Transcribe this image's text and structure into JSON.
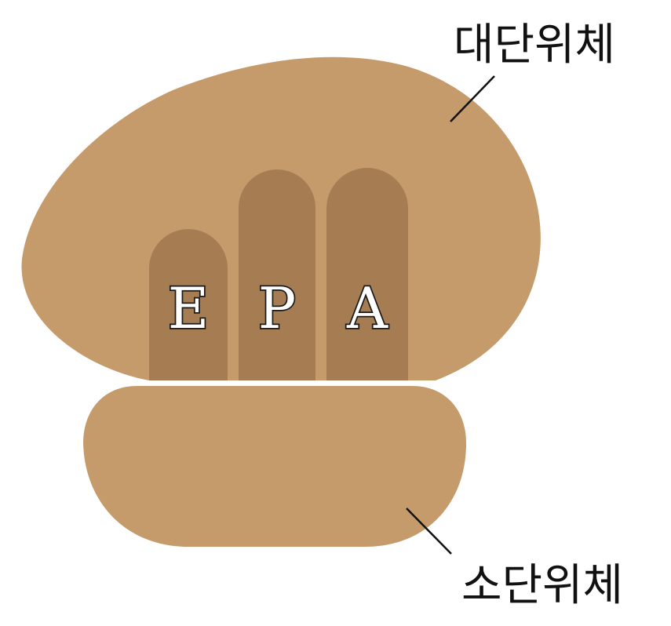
{
  "colors": {
    "subunit_fill": "#C59B6B",
    "site_fill": "#A67D53",
    "label_color": "#111111",
    "background": "#ffffff"
  },
  "large_subunit": {
    "label": "대단위체",
    "sites": [
      "E",
      "P",
      "A"
    ]
  },
  "small_subunit": {
    "label": "소단위체"
  }
}
